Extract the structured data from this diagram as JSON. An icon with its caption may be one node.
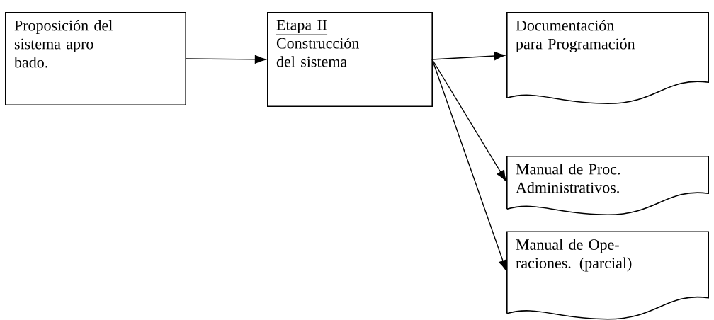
{
  "diagram": {
    "nodes": [
      {
        "text": [
          "Proposición del sistema apro bado."
        ]
      },
      {
        "text": [
          "Etapa II",
          "Construcción del sistema"
        ]
      },
      {
        "text": [
          "Documentación para Programación"
        ]
      },
      {
        "text": [
          "Manual de Proc. Administrativos."
        ]
      },
      {
        "text": [
          "Manual de Ope- raciones. (parcial)"
        ]
      }
    ],
    "edges": [
      {
        "from": 0,
        "to": 1,
        "arrow": "to"
      },
      {
        "from": 1,
        "to": 2,
        "arrow": "to"
      },
      {
        "from": 1,
        "to": 3,
        "arrow": "to"
      },
      {
        "from": 1,
        "to": 4,
        "arrow": "to"
      }
    ]
  }
}
